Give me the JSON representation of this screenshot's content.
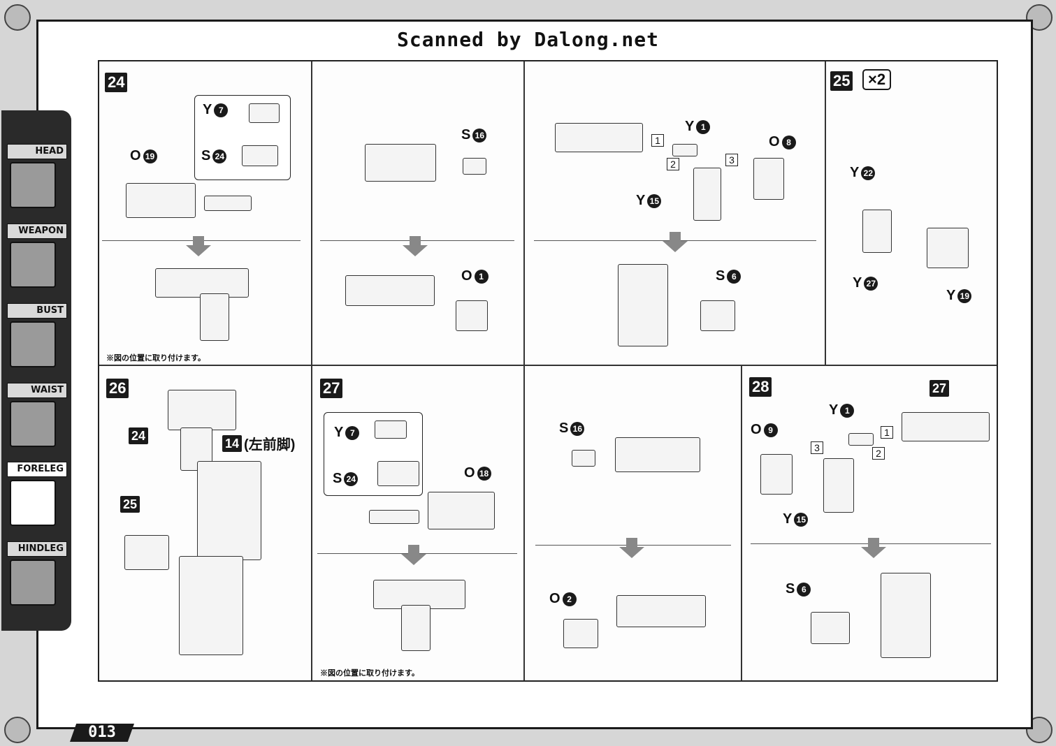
{
  "banner": "Scanned by Dalong.net",
  "page_number": "013",
  "nav": [
    {
      "label": "HEAD",
      "active": false
    },
    {
      "label": "WEAPON",
      "active": false
    },
    {
      "label": "BUST",
      "active": false
    },
    {
      "label": "WAIST",
      "active": false
    },
    {
      "label": "FORELEG",
      "active": true
    },
    {
      "label": "HINDLEG",
      "active": false
    }
  ],
  "steps": {
    "s24": "24",
    "s25": "25",
    "s25_times": "×2",
    "s26": "26",
    "s27": "27",
    "s28": "28"
  },
  "labels": {
    "a_y7_l": "Y",
    "a_y7_n": "7",
    "a_s24_l": "S",
    "a_s24_n": "24",
    "a_o19_l": "O",
    "a_o19_n": "19",
    "b_s16_l": "S",
    "b_s16_n": "16",
    "b_o1_l": "O",
    "b_o1_n": "1",
    "c_y1_l": "Y",
    "c_y1_n": "1",
    "c_o8_l": "O",
    "c_o8_n": "8",
    "c_y15_l": "Y",
    "c_y15_n": "15",
    "c_s6_l": "S",
    "c_s6_n": "6",
    "c_b1": "1",
    "c_b2": "2",
    "c_b3": "3",
    "d_y22_l": "Y",
    "d_y22_n": "22",
    "d_y27_l": "Y",
    "d_y27_n": "27",
    "d_y19_l": "Y",
    "d_y19_n": "19",
    "e_24": "24",
    "e_14": "14",
    "e_14_note": "(左前脚)",
    "e_25": "25",
    "f_y7_l": "Y",
    "f_y7_n": "7",
    "f_s24_l": "S",
    "f_s24_n": "24",
    "f_o18_l": "O",
    "f_o18_n": "18",
    "g_s16_l": "S",
    "g_s16_n": "16",
    "g_o2_l": "O",
    "g_o2_n": "2",
    "h_y1_l": "Y",
    "h_y1_n": "1",
    "h_o9_l": "O",
    "h_o9_n": "9",
    "h_27": "27",
    "h_y15_l": "Y",
    "h_y15_n": "15",
    "h_s6_l": "S",
    "h_s6_n": "6",
    "h_b1": "1",
    "h_b2": "2",
    "h_b3": "3"
  },
  "notes": {
    "top": "※図の位置に取り付けます。",
    "bottom": "※図の位置に取り付けます。"
  }
}
